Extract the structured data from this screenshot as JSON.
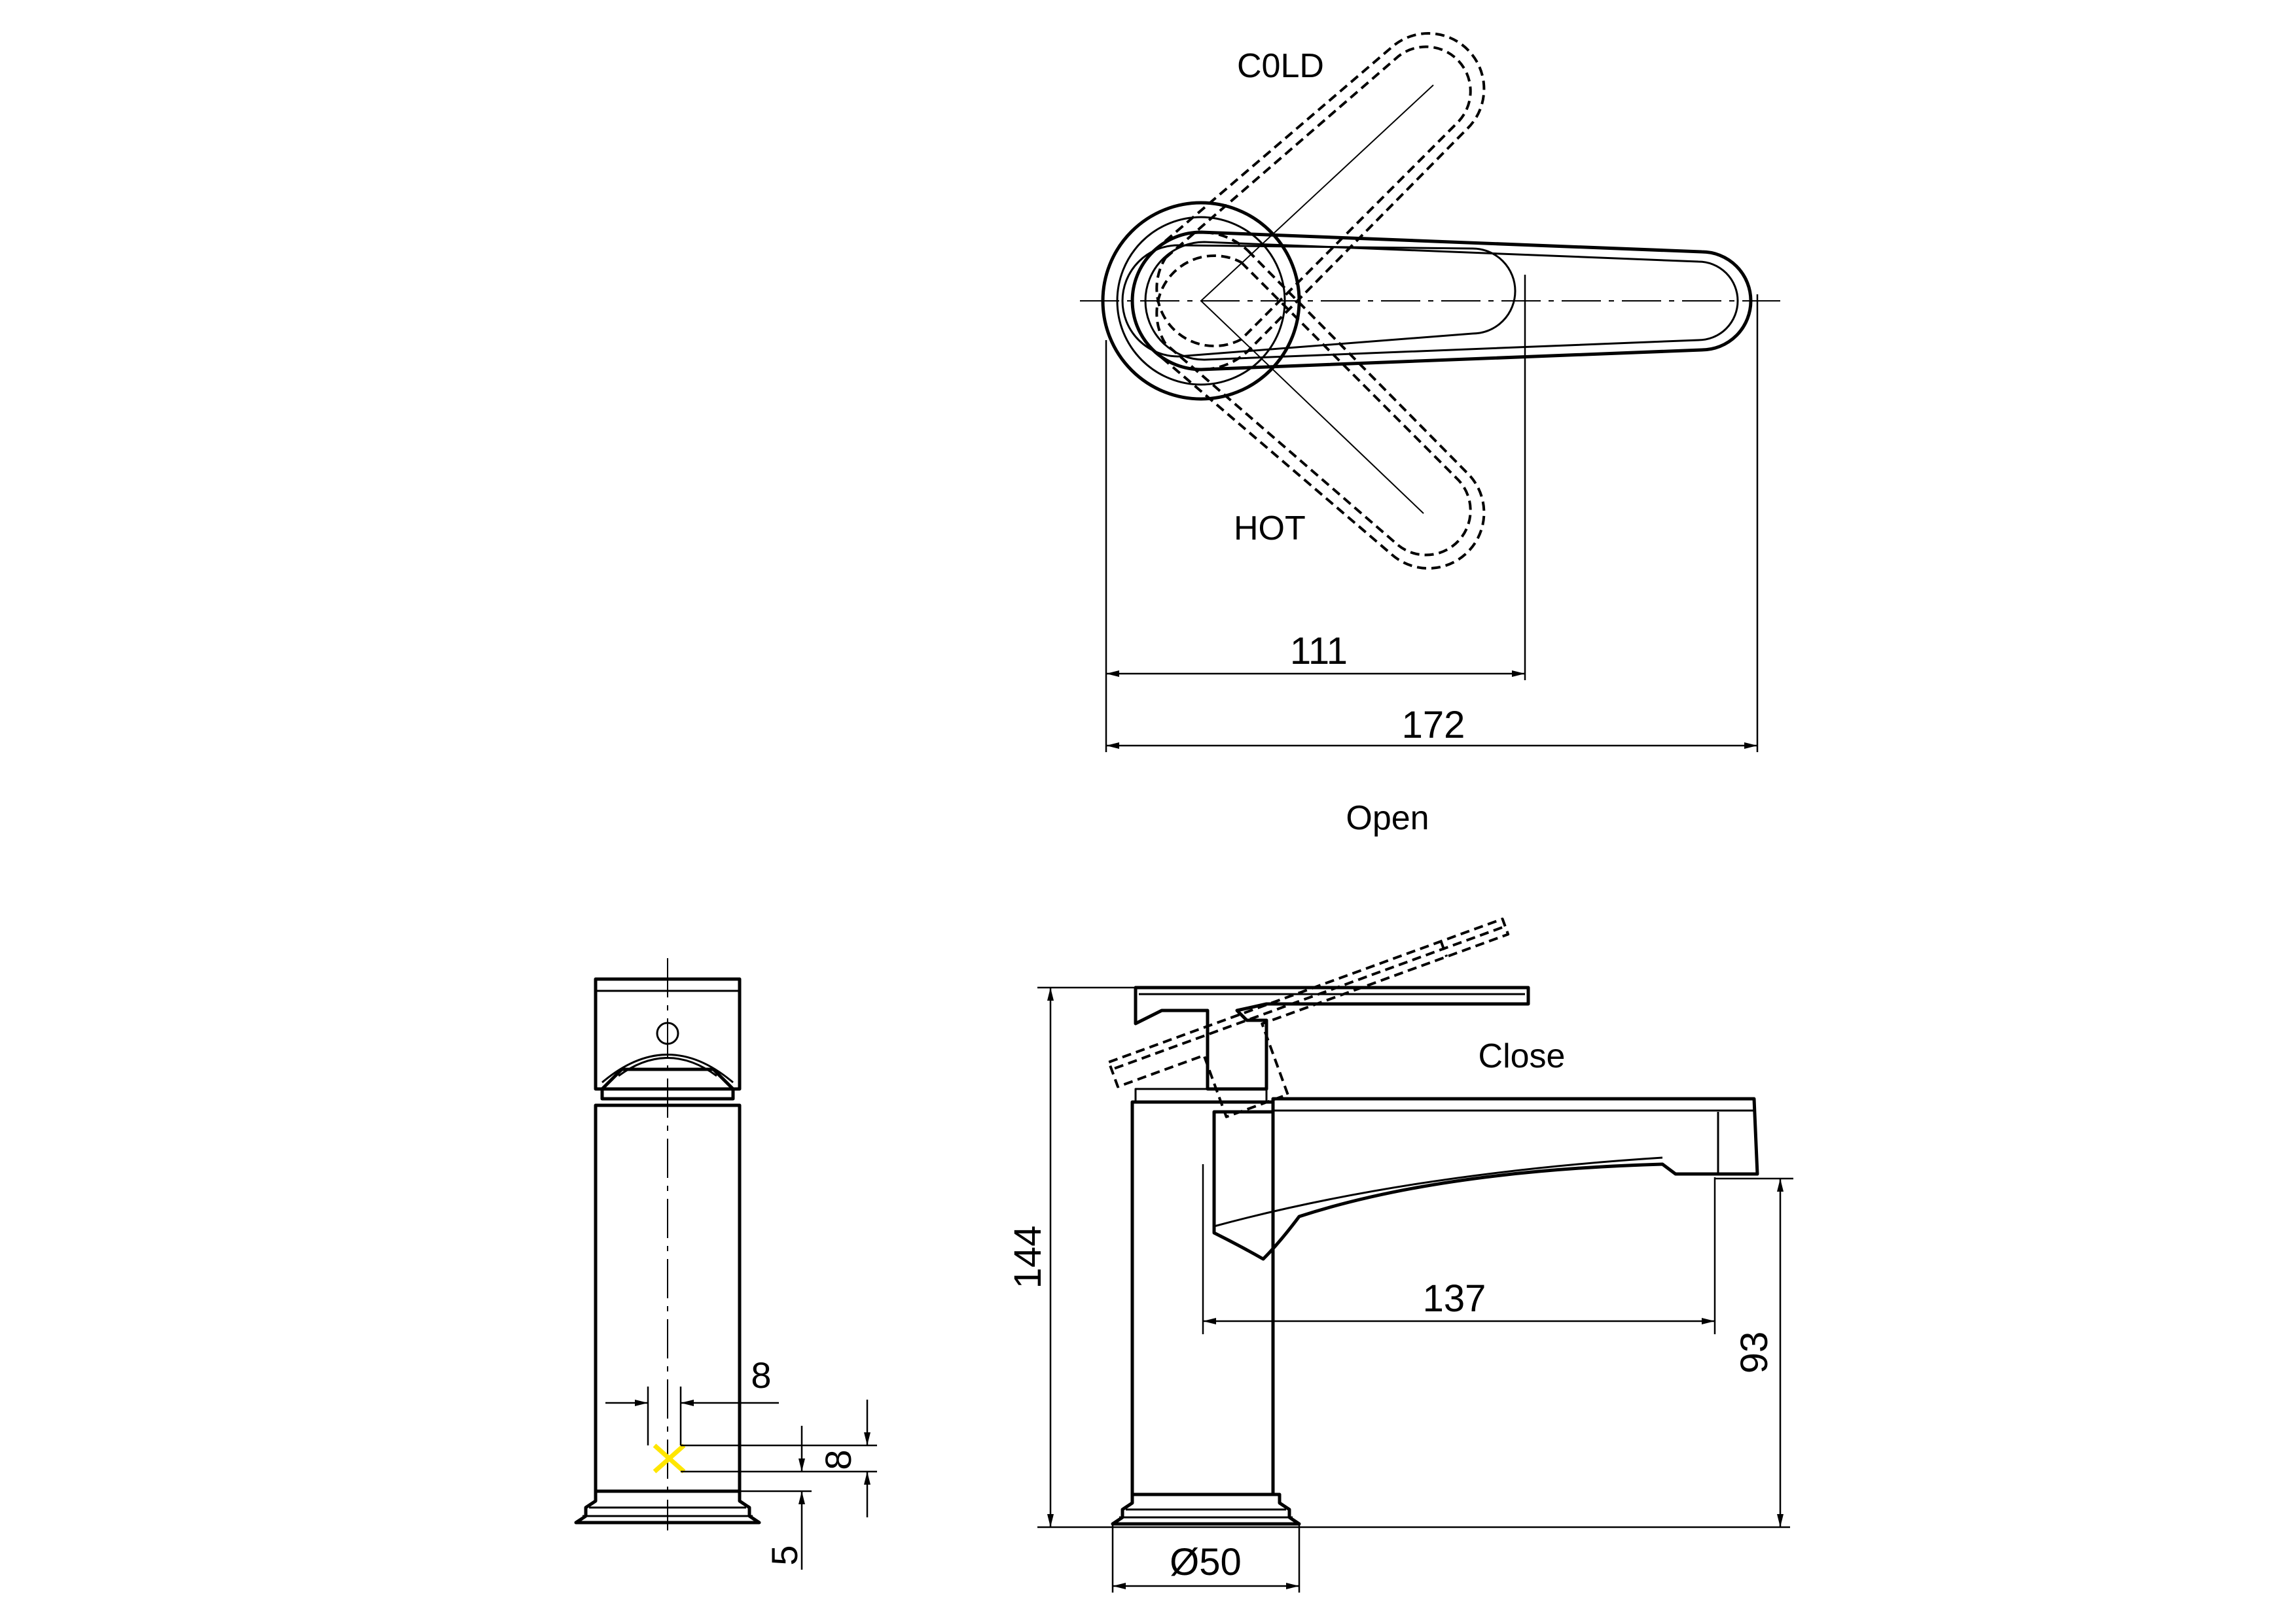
{
  "labels": {
    "cold": "C0LD",
    "hot": "HOT",
    "open": "Open",
    "close": "Close"
  },
  "dimensions": {
    "d111": "111",
    "d172": "172",
    "d144": "144",
    "d137": "137",
    "d93": "93",
    "d50": "Ø50",
    "d8_horizontal": "8",
    "d8_vertical": "8",
    "d5": "5"
  },
  "colors": {
    "line": "#000000",
    "marker": "#ffe600"
  }
}
